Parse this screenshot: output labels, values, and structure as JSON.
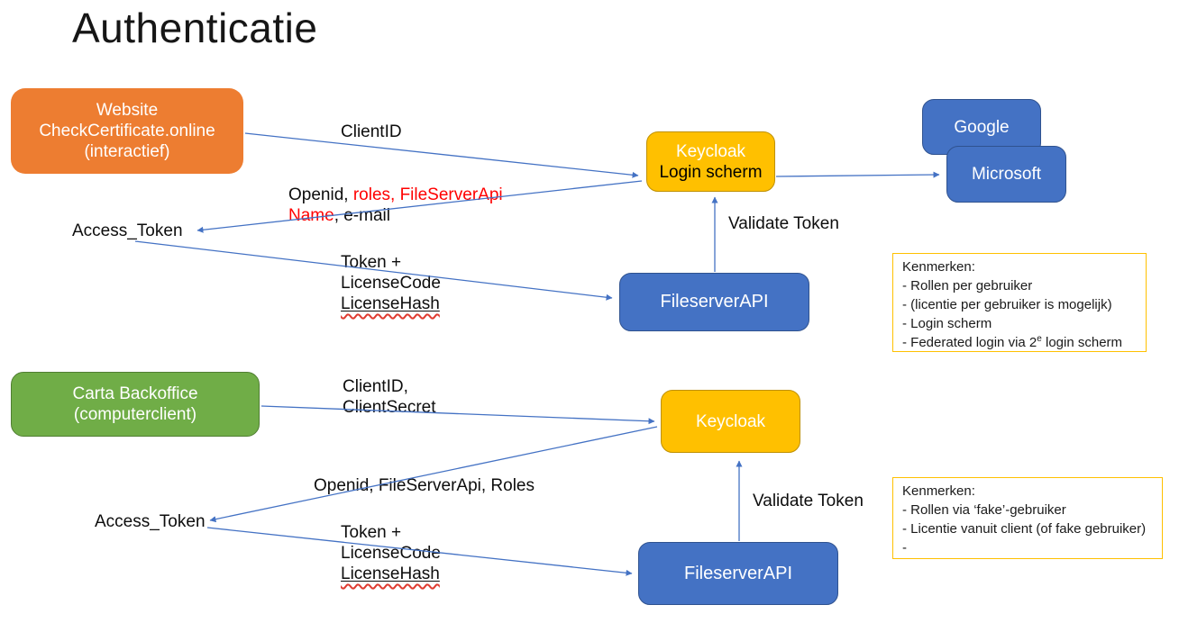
{
  "title": "Authenticatie",
  "colors": {
    "orange": "#ED7D31",
    "yellow": "#FFC000",
    "blue": "#4472C4",
    "green": "#70AD47",
    "arrow": "#4472C4",
    "red_text": "#FF0000",
    "note_border": "#FFC000"
  },
  "flow1": {
    "website_box": {
      "line1": "Website",
      "line2": "CheckCertificate.online",
      "line3": "(interactief)"
    },
    "keycloak_box": {
      "line1": "Keycloak",
      "line2": "Login scherm"
    },
    "google_box": "Google",
    "microsoft_box": "Microsoft",
    "fileserver_box": "FileserverAPI",
    "labels": {
      "clientid": "ClientID",
      "openid_black1": "Openid, ",
      "openid_red1": "roles, FileServerApi",
      "openid_red2": "Name",
      "openid_black2": ", e-mail",
      "access_token": "Access_Token",
      "token_line1": "Token +",
      "token_line2": "LicenseCode",
      "token_line3": "LicenseHash",
      "validate_token": "Validate Token"
    },
    "kenmerken": {
      "title": "Kenmerken:",
      "lines": [
        "- Rollen per gebruiker",
        "- (licentie per gebruiker is mogelijk)",
        "- Login scherm"
      ],
      "fed_prefix": "- Federated login via 2",
      "fed_sup": "e",
      "fed_suffix": " login scherm"
    }
  },
  "flow2": {
    "backoffice_box": {
      "line1": "Carta Backoffice",
      "line2": "(computerclient)"
    },
    "keycloak_box": "Keycloak",
    "fileserver_box": "FileserverAPI",
    "labels": {
      "clientid_line1": "ClientID,",
      "clientid_line2": "ClientSecret",
      "openid": "Openid, FileServerApi, Roles",
      "access_token": "Access_Token",
      "token_line1": "Token +",
      "token_line2": "LicenseCode",
      "token_line3": "LicenseHash",
      "validate_token": "Validate Token"
    },
    "kenmerken": {
      "title": "Kenmerken:",
      "lines": [
        "- Rollen via ‘fake’-gebruiker",
        "- Licentie vanuit client (of fake gebruiker)",
        "-"
      ]
    }
  }
}
